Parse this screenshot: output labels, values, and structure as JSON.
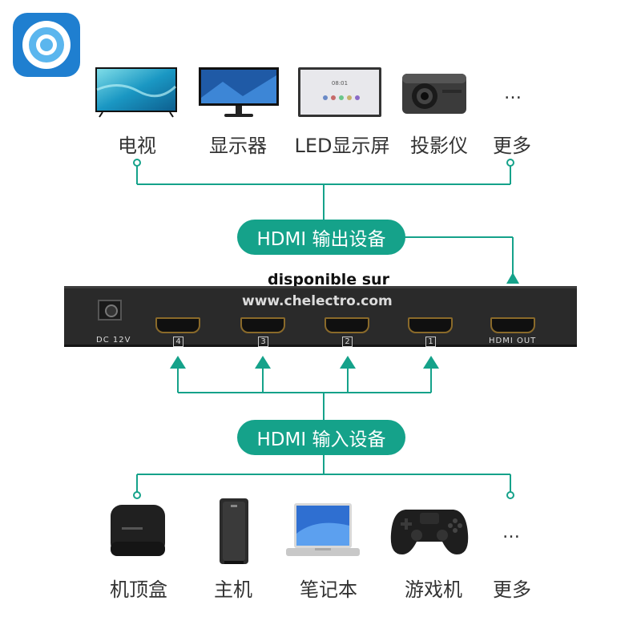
{
  "output_devices": [
    "电视",
    "显示器",
    "LED显示屏",
    "投影仪",
    "更多"
  ],
  "output_label": "HDMI 输出设备",
  "switch": {
    "power_label": "DC 12V",
    "port_numbers": [
      "4",
      "3",
      "2",
      "1"
    ],
    "out_label": "HDMI OUT"
  },
  "watermark": {
    "line1": "disponible sur",
    "line2": "www.chelectro.com"
  },
  "input_label": "HDMI 输入设备",
  "input_devices": [
    "机顶盒",
    "主机",
    "笔记本",
    "游戏机",
    "更多"
  ],
  "more_symbol": "…",
  "colors": {
    "accent": "#15a28a",
    "logo": "#1f7fd0",
    "device_body": "#2a2a2a"
  }
}
